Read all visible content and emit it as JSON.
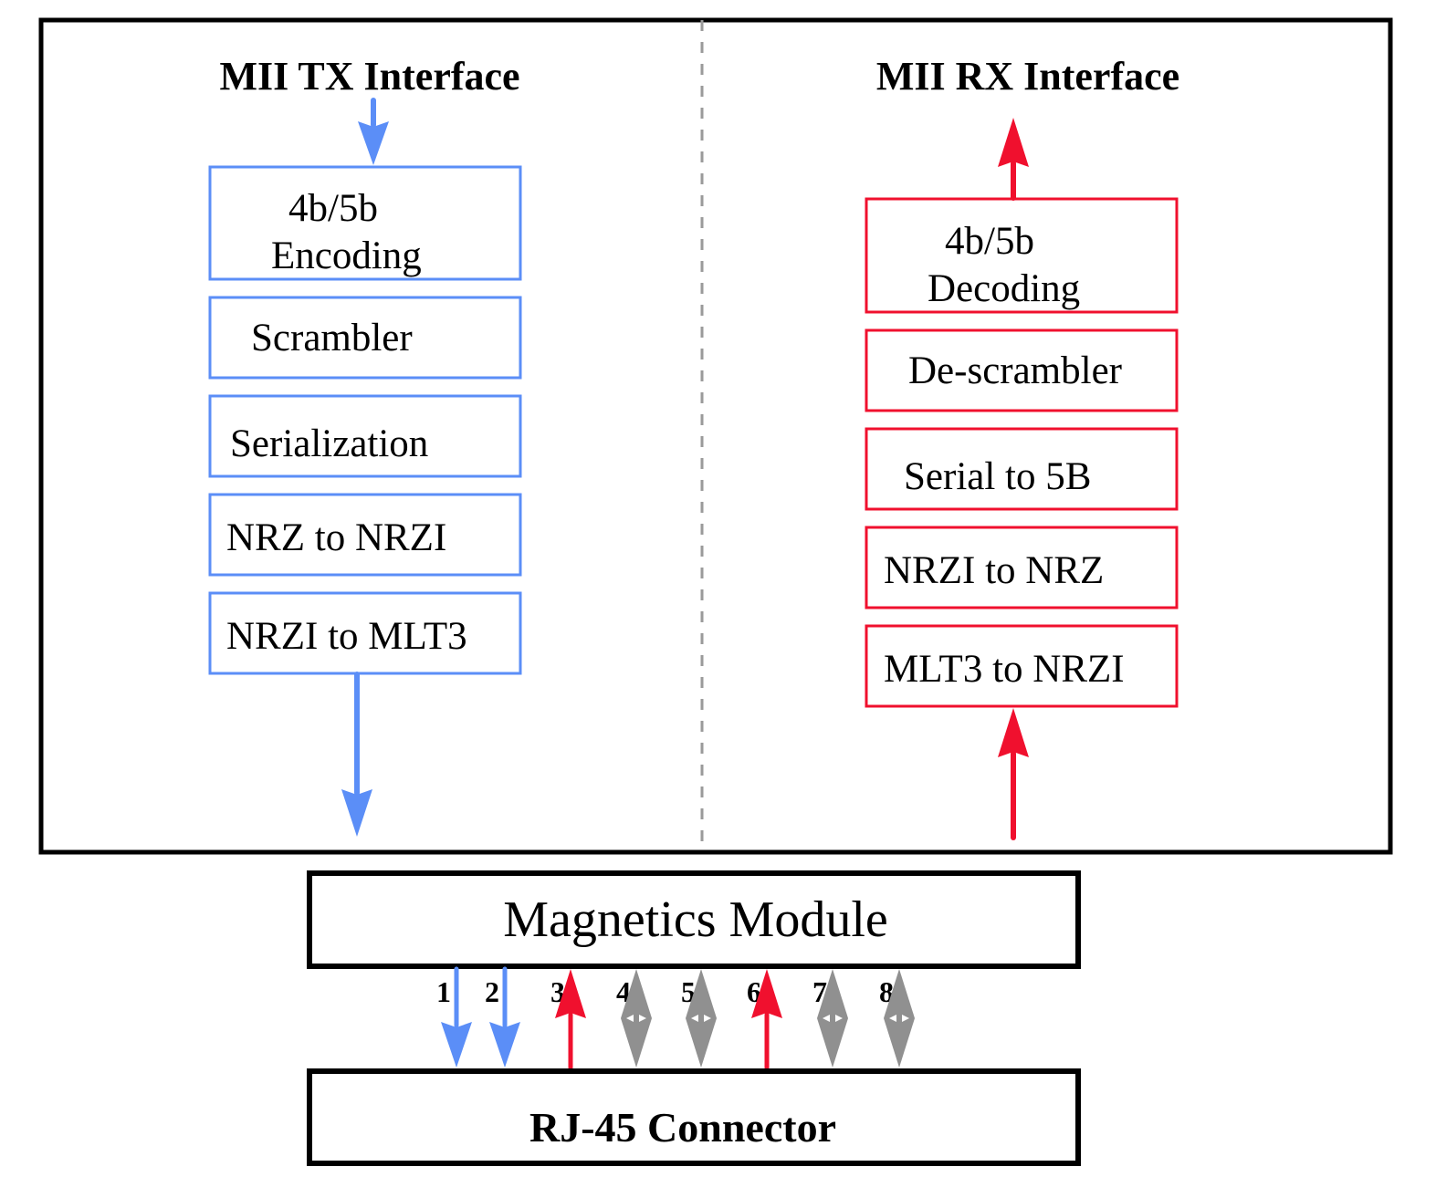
{
  "colors": {
    "tx": "#5b8ef7",
    "rx": "#f0102e",
    "unused": "#909090",
    "frame": "#000000",
    "divider": "#9a9a9a"
  },
  "tx": {
    "title": "MII TX Interface",
    "blocks": [
      {
        "line1": "4b/5b",
        "line2": "Encoding"
      },
      {
        "line1": "Scrambler"
      },
      {
        "line1": "Serialization"
      },
      {
        "line1": "NRZ to NRZI"
      },
      {
        "line1": "NRZI to MLT3"
      }
    ]
  },
  "rx": {
    "title": "MII RX Interface",
    "blocks": [
      {
        "line1": "4b/5b",
        "line2": "Decoding"
      },
      {
        "line1": "De-scrambler"
      },
      {
        "line1": "Serial to 5B"
      },
      {
        "line1": "NRZI to NRZ"
      },
      {
        "line1": "MLT3 to NRZI"
      }
    ]
  },
  "magnetics": {
    "label": "Magnetics Module"
  },
  "connector": {
    "label": "RJ-45 Connector"
  },
  "pins": [
    {
      "label": "1",
      "role": "tx",
      "direction": "down"
    },
    {
      "label": "2",
      "role": "tx",
      "direction": "down"
    },
    {
      "label": "3",
      "role": "rx",
      "direction": "up"
    },
    {
      "label": "4",
      "role": "unused",
      "direction": "both"
    },
    {
      "label": "5",
      "role": "unused",
      "direction": "both"
    },
    {
      "label": "6",
      "role": "rx",
      "direction": "up"
    },
    {
      "label": "7",
      "role": "unused",
      "direction": "both"
    },
    {
      "label": "8",
      "role": "unused",
      "direction": "both"
    }
  ]
}
